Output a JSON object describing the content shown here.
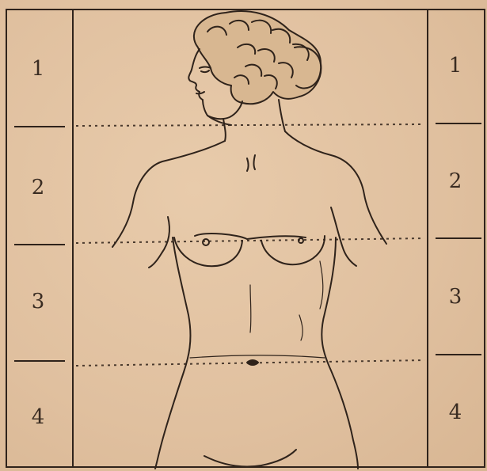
{
  "left_column": [
    "1",
    "2",
    "3",
    "4"
  ],
  "right_column": [
    "1",
    "2",
    "3",
    "4"
  ],
  "colors": {
    "paper": "#e2c3a4",
    "ink": "#2f231b",
    "dotted": "#4a3a2e"
  },
  "icons": [
    "female-torso-figure"
  ]
}
